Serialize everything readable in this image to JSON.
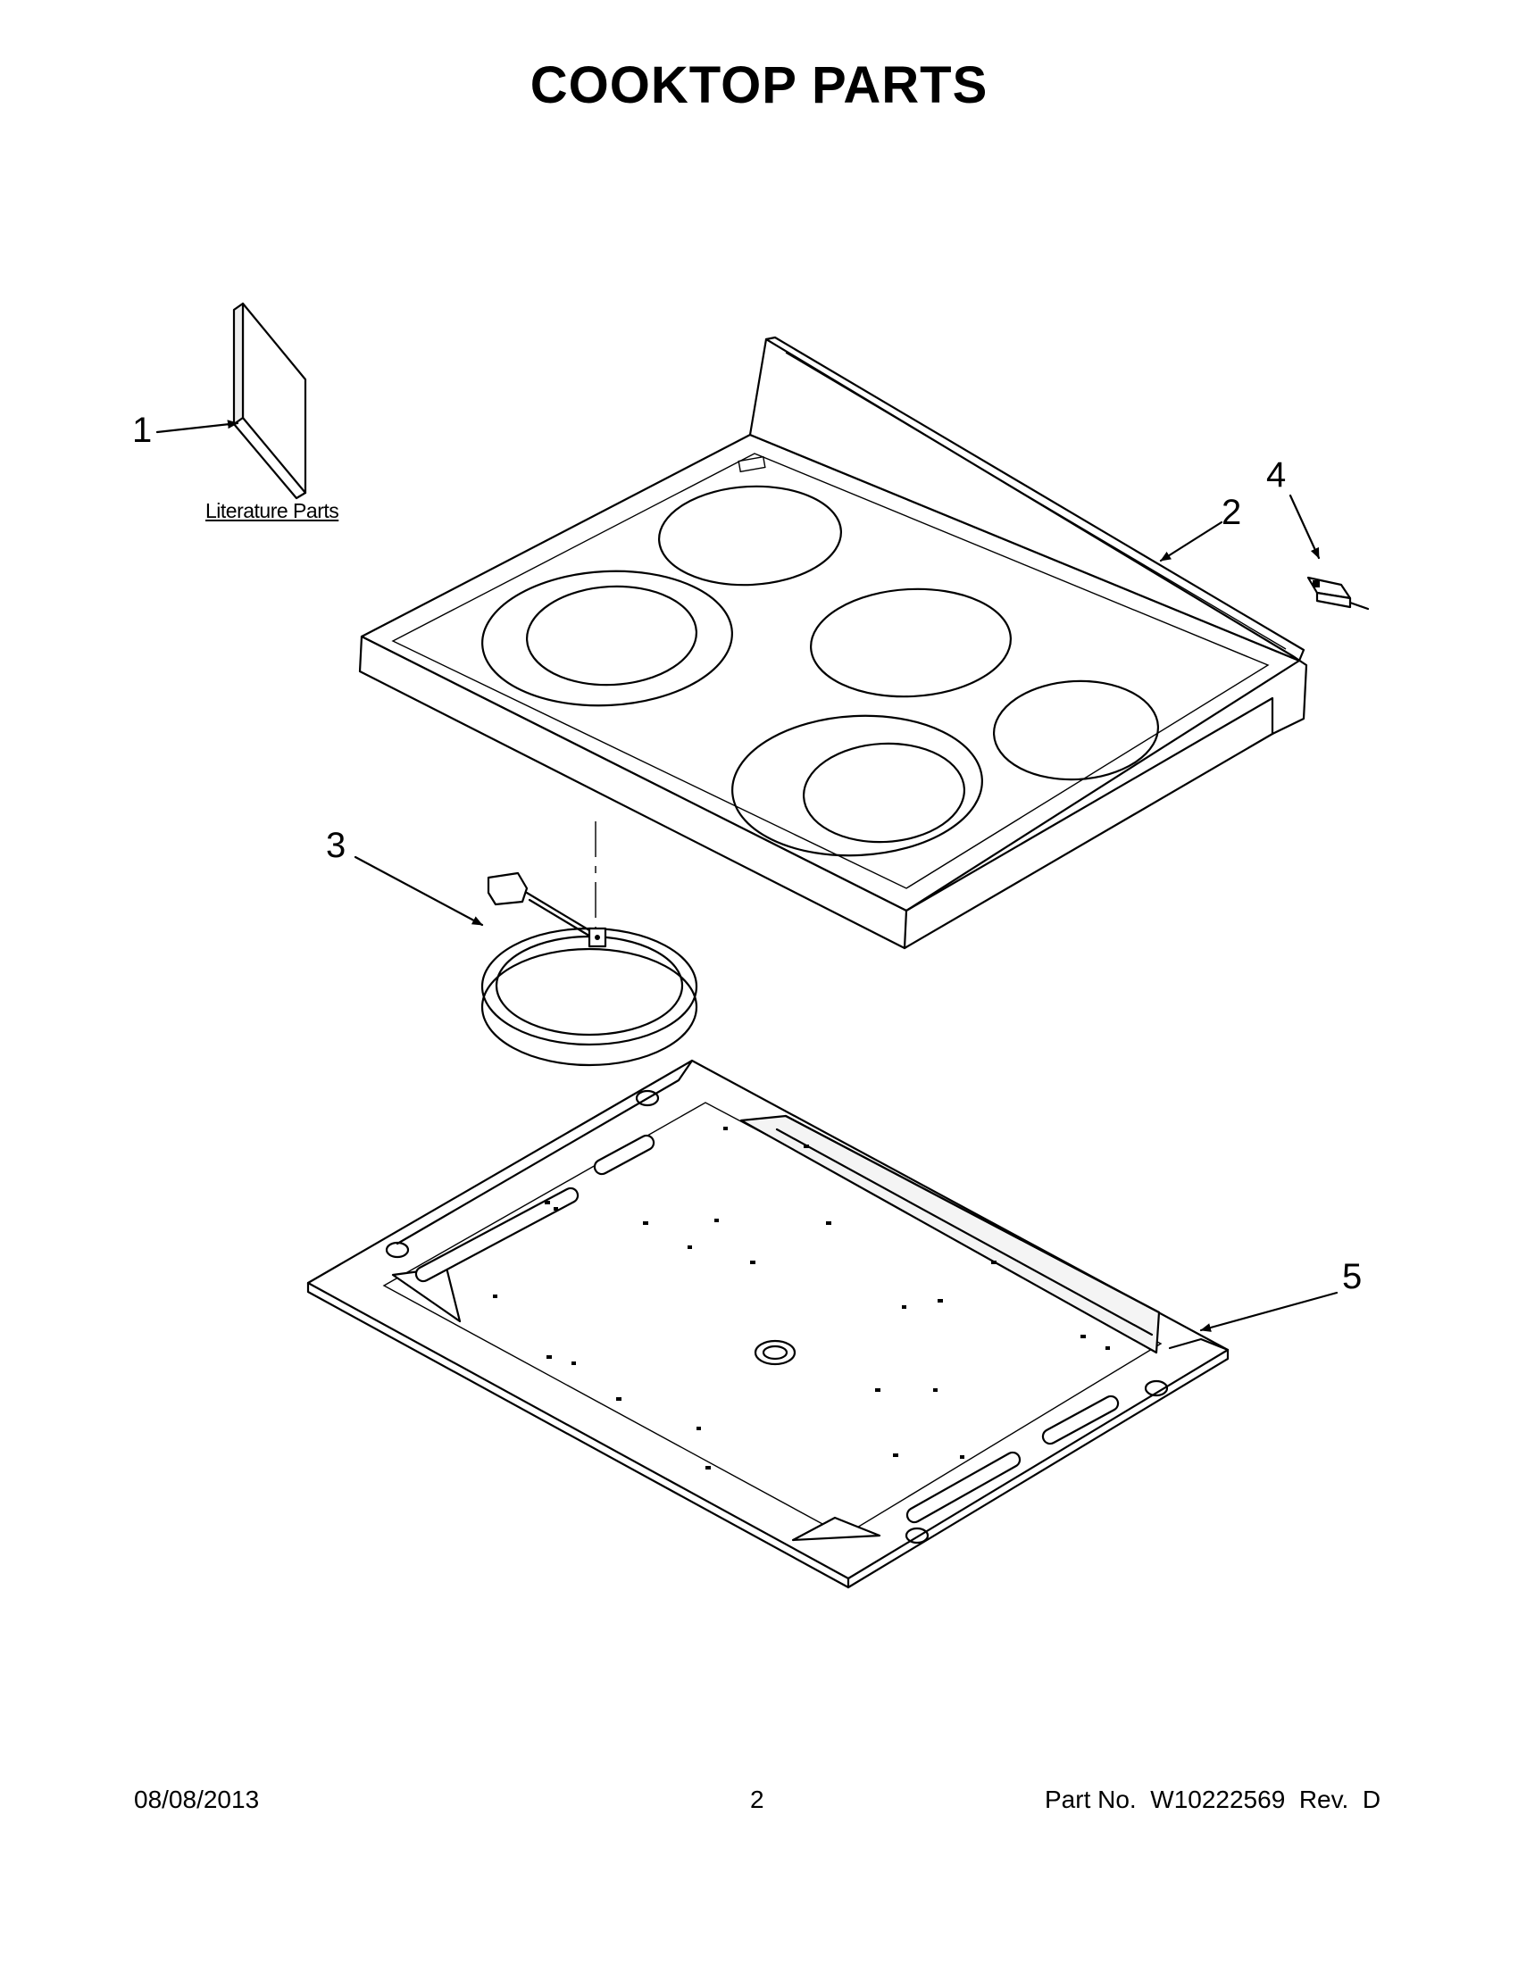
{
  "page": {
    "title": "COOKTOP PARTS"
  },
  "callouts": {
    "c1": "1",
    "c2": "2",
    "c3": "3",
    "c4": "4",
    "c5": "5"
  },
  "literature_label": "Literature Parts",
  "footer": {
    "date": "08/08/2013",
    "page_number": "2",
    "part_info": "Part No.  W10222569  Rev.  D"
  }
}
